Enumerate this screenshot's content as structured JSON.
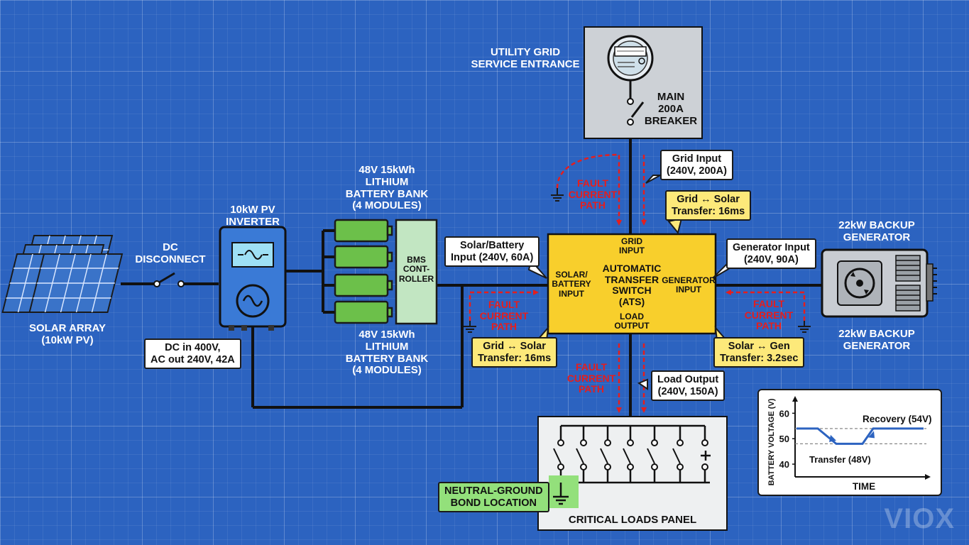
{
  "solar_array": {
    "label_line1": "SOLAR ARRAY",
    "label_line2": "(10kW PV)"
  },
  "dc_disconnect": {
    "label": "DC DISCONNECT"
  },
  "inverter": {
    "label_line1": "10kW PV",
    "label_line2": "INVERTER",
    "spec_line1": "DC in 400V,",
    "spec_line2": "AC out 240V, 42A"
  },
  "battery_top": {
    "l1": "48V 15kWh",
    "l2": "LITHIUM",
    "l3": "BATTERY BANK",
    "l4": "(4 MODULES)"
  },
  "battery_bottom": {
    "l1": "48V 15kWh",
    "l2": "LITHIUM",
    "l3": "BATTERY BANK",
    "l4": "(4 MODULES)"
  },
  "bms": {
    "l1": "BMS",
    "l2": "CONT-",
    "l3": "ROLLER"
  },
  "utility": {
    "l1": "UTILITY GRID",
    "l2": "SERVICE ENTRANCE"
  },
  "main_breaker": {
    "l1": "MAIN",
    "l2": "200A",
    "l3": "BREAKER"
  },
  "grid_input": {
    "l1": "Grid Input",
    "l2": "(240V, 200A)"
  },
  "grid_solar_top": {
    "l1": "Grid ↔ Solar",
    "l2": "Transfer: 16ms"
  },
  "solar_battery_input": {
    "l1": "Solar/Battery",
    "l2": "Input (240V, 60A)"
  },
  "ats": {
    "grid_l1": "GRID",
    "grid_l2": "INPUT",
    "title_l1": "AUTOMATIC",
    "title_l2": "TRANSFER",
    "title_l3": "SWITCH",
    "title_l4": "(ATS)",
    "solar_l1": "SOLAR/",
    "solar_l2": "BATTERY",
    "solar_l3": "INPUT",
    "gen_l1": "GENERATOR",
    "gen_l2": "INPUT",
    "load_l1": "LOAD",
    "load_l2": "OUTPUT"
  },
  "generator_input": {
    "l1": "Generator Input",
    "l2": "(240V, 90A)"
  },
  "generator_top": {
    "l1": "22kW BACKUP",
    "l2": "GENERATOR"
  },
  "generator_bottom": {
    "l1": "22kW BACKUP",
    "l2": "GENERATOR"
  },
  "fault": {
    "l1": "FAULT",
    "l2": "CURRENT",
    "l3": "PATH"
  },
  "grid_solar_left": {
    "l1": "Grid ↔ Solar",
    "l2": "Transfer: 16ms"
  },
  "solar_gen": {
    "l1": "Solar ↔ Gen",
    "l2": "Transfer: 3.2sec"
  },
  "load_output": {
    "l1": "Load Output",
    "l2": "(240V, 150A)"
  },
  "panel": {
    "label": "CRITICAL LOADS PANEL"
  },
  "neutral": {
    "l1": "NEUTRAL-GROUND",
    "l2": "BOND LOCATION"
  },
  "chart_data": {
    "type": "line",
    "title": "",
    "xlabel": "TIME",
    "ylabel": "BATTERY VOLTAGE (V)",
    "y_ticks": [
      60,
      50,
      40
    ],
    "ylim": [
      35,
      64
    ],
    "series": [
      {
        "values": [
          54,
          54,
          48,
          48,
          54,
          54
        ]
      }
    ],
    "reference_lines": [
      54,
      48
    ],
    "annotations": [
      {
        "text": "Recovery (54V)"
      },
      {
        "text": "Transfer (48V)"
      }
    ]
  },
  "colors": {
    "ats": "#f8cf2c",
    "battery": "#6cc04a",
    "fault": "#e41e1e",
    "bg": "#2c63c0"
  },
  "watermark": "VIOX"
}
